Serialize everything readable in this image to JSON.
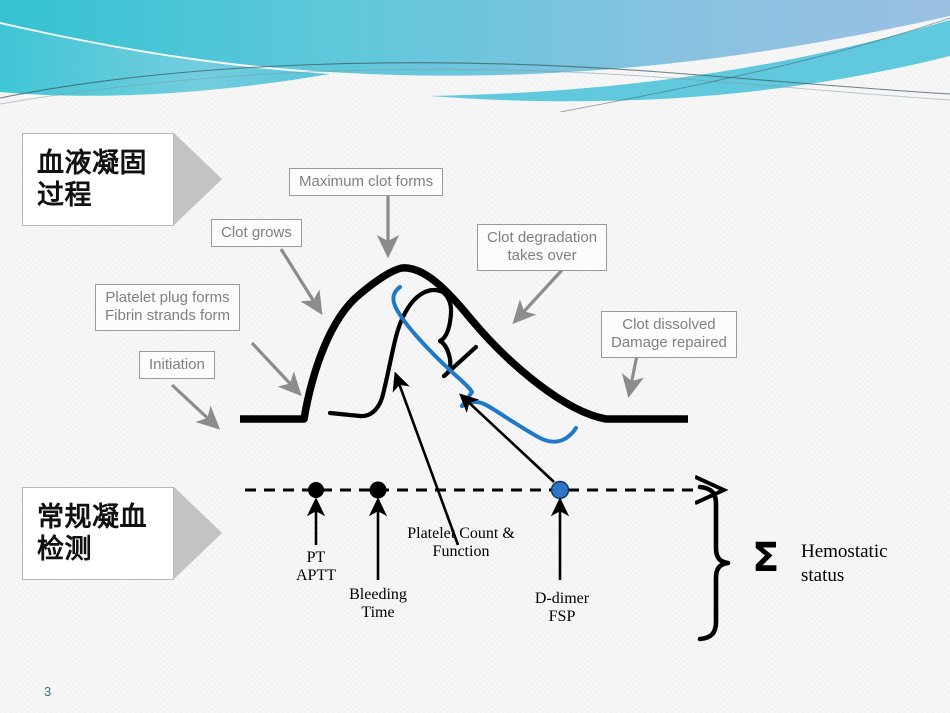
{
  "slide": {
    "page_number": "3",
    "background_color": "#f7f7f7",
    "page_number_color": "#2e6f7e"
  },
  "header": {
    "style": "teal-blue-wave-banner",
    "gradient_from": "#3fc5d5",
    "gradient_to": "#8db8dc",
    "accent_color": "#4fc3d9"
  },
  "section_labels": [
    {
      "name": "blood-coagulation-process",
      "line1": "血液凝固",
      "line2": "过程"
    },
    {
      "name": "routine-coagulation-testing",
      "line1": "常规凝血",
      "line2": "检测"
    }
  ],
  "callouts": [
    {
      "name": "initiation",
      "line1": "Initiation",
      "line2": ""
    },
    {
      "name": "platelet-plug-forms",
      "line1": "Platelet plug forms",
      "line2": "Fibrin strands form"
    },
    {
      "name": "clot-grows",
      "line1": "Clot grows",
      "line2": ""
    },
    {
      "name": "maximum-clot-forms",
      "line1": "Maximum clot forms",
      "line2": ""
    },
    {
      "name": "clot-degradation-takes-over",
      "line1": "Clot degradation",
      "line2": "takes over"
    },
    {
      "name": "clot-dissolved",
      "line1": "Clot dissolved",
      "line2": "Damage repaired"
    }
  ],
  "timeline": {
    "markers": [
      {
        "name": "pt-aptt",
        "line1": "PT",
        "line2": "APTT",
        "dot_color": "#000000"
      },
      {
        "name": "bleeding-time",
        "line1": "Bleeding",
        "line2": "Time",
        "dot_color": "#000000"
      },
      {
        "name": "d-dimer-fsp",
        "line1": "D-dimer",
        "line2": "FSP",
        "dot_color": "#2e75c8"
      }
    ],
    "platelet_label": {
      "line1": "Platelet Count &",
      "line2": "Function"
    }
  },
  "summary": {
    "sigma": "Σ",
    "line1": "Hemostatic",
    "line2": "status"
  },
  "diagram": {
    "clot_curve_color": "#000000",
    "blue_brace_color": "#2079c6",
    "arrow_color": "#8c8c8c"
  }
}
